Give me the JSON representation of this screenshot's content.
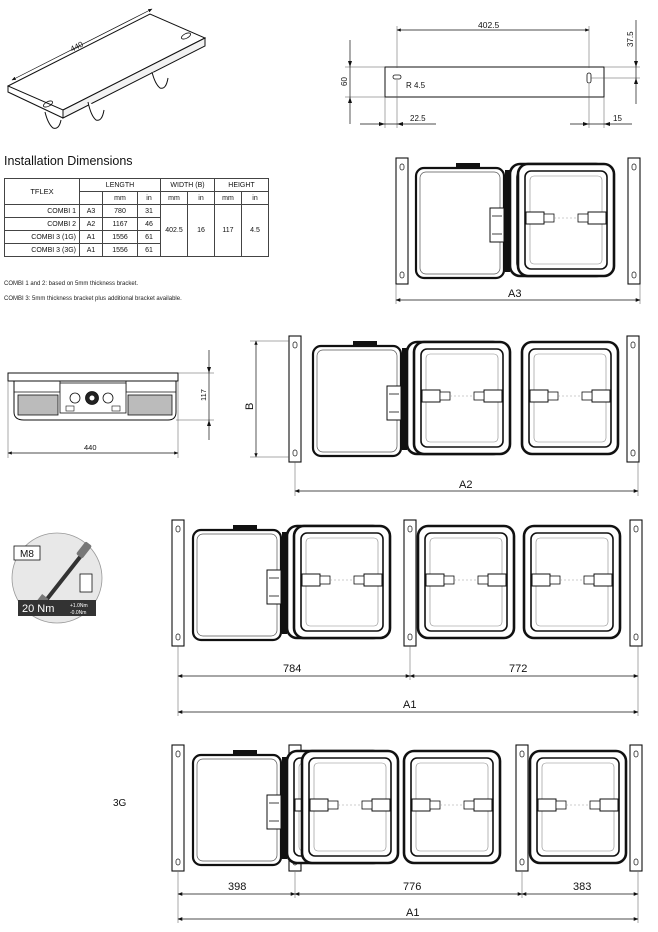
{
  "heading": "Installation Dimensions",
  "table": {
    "header_model": "TFLEX",
    "header_length": "LENGTH",
    "header_width": "WIDTH (B)",
    "header_height": "HEIGHT",
    "unit_mm": "mm",
    "unit_in": "in",
    "rows": [
      {
        "model": "COMBI 1",
        "code": "A3",
        "mm": "780",
        "in": "31"
      },
      {
        "model": "COMBI 2",
        "code": "A2",
        "mm": "1167",
        "in": "46"
      },
      {
        "model": "COMBI 3 (1G)",
        "code": "A1",
        "mm": "1556",
        "in": "61"
      },
      {
        "model": "COMBI 3 (3G)",
        "code": "A1",
        "mm": "1556",
        "in": "61"
      }
    ],
    "width_mm": "402.5",
    "width_in": "16",
    "height_mm": "117",
    "height_in": "4.5"
  },
  "notes": [
    "COMBI 1 and 2: based on 5mm thickness bracket.",
    "COMBI 3: 5mm thickness bracket plus additional bracket available."
  ],
  "dims": {
    "iso_length": "440",
    "bracket_width": "402.5",
    "bracket_height": "60",
    "bracket_top": "37.5",
    "bracket_radius": "R 4.5",
    "bracket_left": "22.5",
    "bracket_right": "15",
    "side_height": "117",
    "side_length": "440",
    "a3": "A3",
    "a2": "A2",
    "b": "B",
    "c1_left": "784",
    "c1_right": "772",
    "a1_1g": "A1",
    "g3_label": "3G",
    "c3_left": "398",
    "c3_mid": "776",
    "c3_right": "383",
    "a1_3g": "A1"
  },
  "torque": {
    "bolt": "M8",
    "value": "20 Nm",
    "tol_plus": "+1.0Nm",
    "tol_minus": "-0.0Nm"
  }
}
